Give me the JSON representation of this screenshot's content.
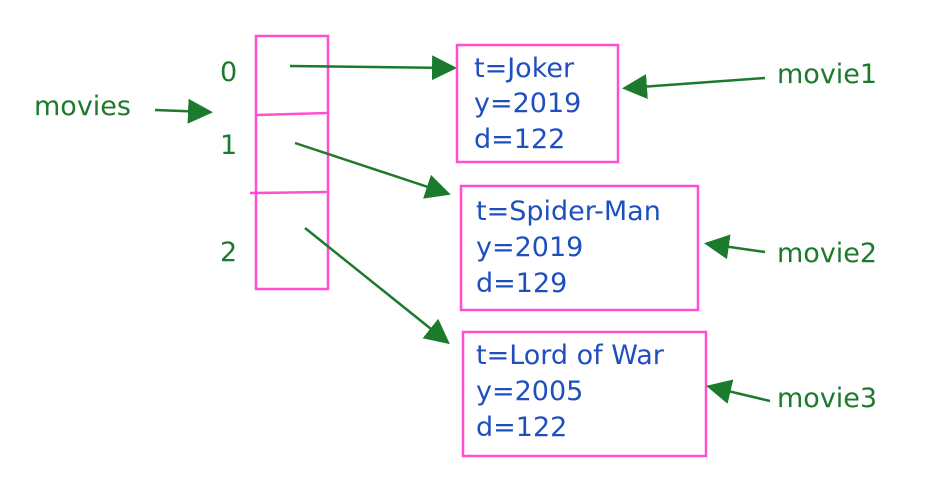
{
  "variables": {
    "movies": "movies",
    "movie1": "movie1",
    "movie2": "movie2",
    "movie3": "movie3"
  },
  "array": {
    "indices": [
      "0",
      "1",
      "2"
    ]
  },
  "objects": [
    {
      "t": "t=Joker",
      "y": "y=2019",
      "d": "d=122"
    },
    {
      "t": "t=Spider-Man",
      "y": "y=2019",
      "d": "d=129"
    },
    {
      "t": "t=Lord of War",
      "y": "y=2005",
      "d": "d=122"
    }
  ],
  "colors": {
    "label_green": "#1b7a2c",
    "value_blue": "#1f4fbf",
    "box_magenta": "#ff4fd0"
  }
}
